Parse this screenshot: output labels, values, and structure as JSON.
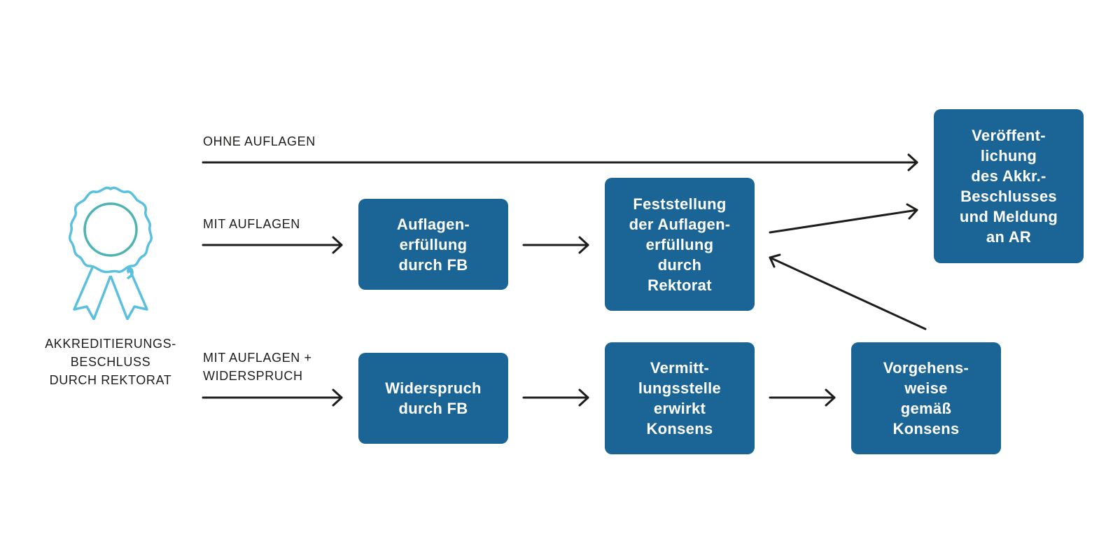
{
  "actor": {
    "label": "AKKREDITIERUNGS-\nBESCHLUSS\nDURCH REKTORAT",
    "icon": "award-rosette-icon"
  },
  "paths": {
    "ohne": "OHNE AUFLAGEN",
    "mit": "MIT AUFLAGEN",
    "widerspruch": "MIT AUFLAGEN +\nWIDERSPRUCH"
  },
  "boxes": {
    "auflagen_fb": "Auflagen-\nerfüllung\ndurch FB",
    "feststellung": "Feststellung\nder Auflagen-\nerfüllung\ndurch\nRektorat",
    "veroeffentlichung": "Veröffent-\nlichung\ndes Akkr.-\nBeschlusses\nund Meldung\nan AR",
    "widerspruch_fb": "Widerspruch\ndurch FB",
    "vermittlung": "Vermitt-\nlungsstelle\nerwirkt\nKonsens",
    "vorgehensweise": "Vorgehens-\nweise\ngemäß\nKonsens"
  },
  "colors": {
    "box": "#1a6496",
    "box_text": "#ffffff",
    "arrow": "#1d1d1b",
    "icon_outer": "#5bc0de",
    "icon_inner": "#4fb3b3"
  }
}
